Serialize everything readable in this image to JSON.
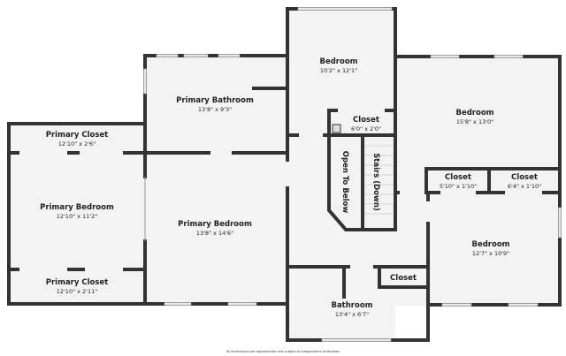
{
  "colors": {
    "wall": "#333333",
    "floor": "#f3f3f3",
    "window": "#e8e8e8"
  },
  "rooms": {
    "bedroom_top": {
      "name": "Bedroom",
      "dim": "10'2\" x 12'1\""
    },
    "bedroom_right": {
      "name": "Bedroom",
      "dim": "15'8\" x 13'0\""
    },
    "bedroom_lower_right": {
      "name": "Bedroom",
      "dim": "12'7\" x 10'9\""
    },
    "primary_bathroom": {
      "name": "Primary Bathroom",
      "dim": "13'8\" x 9'3\""
    },
    "primary_closet_top": {
      "name": "Primary Closet",
      "dim": "12'10\" x 2'6\""
    },
    "primary_bedroom_left": {
      "name": "Primary Bedroom",
      "dim": "12'10\" x 11'2\""
    },
    "primary_bedroom_main": {
      "name": "Primary Bedroom",
      "dim": "13'8\" x 14'6\""
    },
    "primary_closet_bottom": {
      "name": "Primary Closet",
      "dim": "12'10\" x 2'11\""
    },
    "closet_stairs": {
      "name": "Closet",
      "dim": "6'0\" x 2'0\""
    },
    "closet_a": {
      "name": "Closet",
      "dim": "5'10\" x 1'10\""
    },
    "closet_b": {
      "name": "Closet",
      "dim": "6'4\" x 1'10\""
    },
    "closet_hall": {
      "name": "Closet"
    },
    "bathroom": {
      "name": "Bathroom",
      "dim": "13'4\" x 6'7\""
    },
    "open_to_below": {
      "name": "Open To Below"
    },
    "stairs": {
      "name": "Stairs (Down)"
    }
  },
  "footer": {
    "disclaimer": "All dimensions are approximate and subject to independent verification"
  }
}
